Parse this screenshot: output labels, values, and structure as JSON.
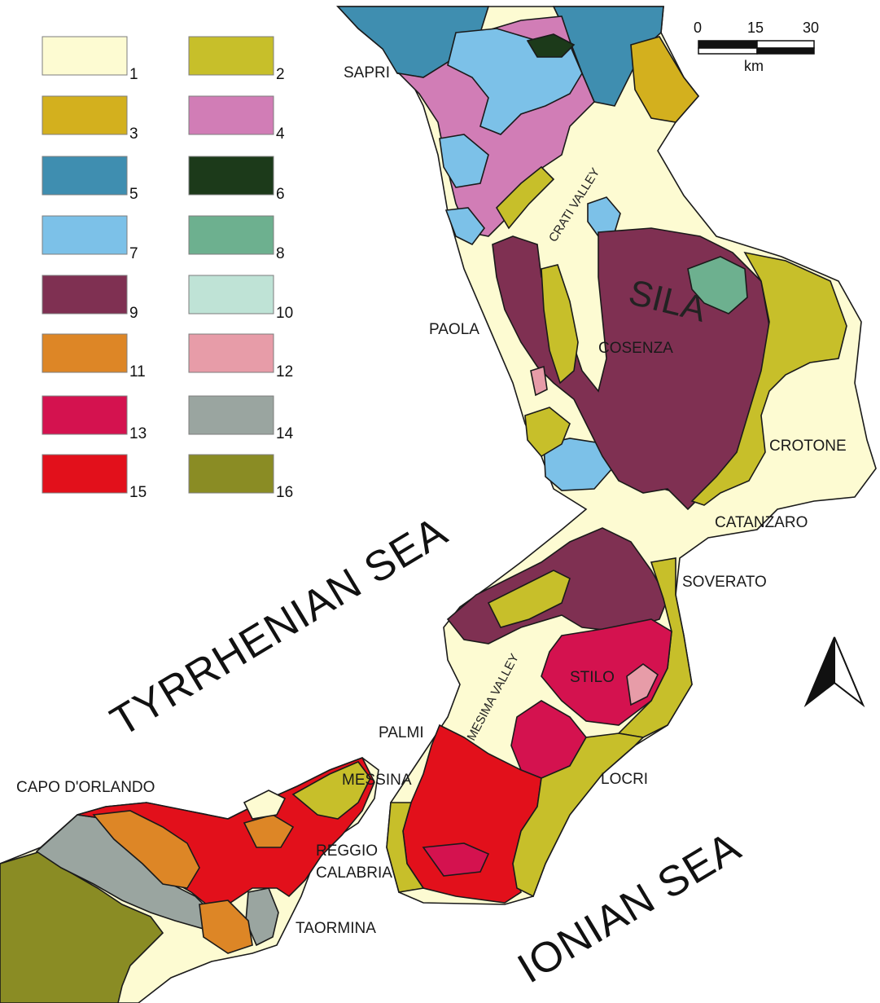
{
  "colors": {
    "u1": "#fdfbd2",
    "u2": "#c7bf2a",
    "u3": "#d3b01e",
    "u4": "#d17db6",
    "u5": "#3f8eb0",
    "u6": "#1c3a1a",
    "u7": "#7cc1e8",
    "u8": "#6db08f",
    "u9": "#7f3052",
    "u10": "#bfe3d6",
    "u11": "#dd8626",
    "u12": "#e79ca8",
    "u13": "#d4124f",
    "u14": "#9aa5a0",
    "u15": "#e2101b",
    "u16": "#8a8c24"
  },
  "legend": {
    "items": [
      {
        "label": "1",
        "color": "#fdfbd2"
      },
      {
        "label": "2",
        "color": "#c7bf2a"
      },
      {
        "label": "3",
        "color": "#d3b01e"
      },
      {
        "label": "4",
        "color": "#d17db6"
      },
      {
        "label": "5",
        "color": "#3f8eb0"
      },
      {
        "label": "6",
        "color": "#1c3a1a"
      },
      {
        "label": "7",
        "color": "#7cc1e8"
      },
      {
        "label": "8",
        "color": "#6db08f"
      },
      {
        "label": "9",
        "color": "#7f3052"
      },
      {
        "label": "10",
        "color": "#bfe3d6"
      },
      {
        "label": "11",
        "color": "#dd8626"
      },
      {
        "label": "12",
        "color": "#e79ca8"
      },
      {
        "label": "13",
        "color": "#d4124f"
      },
      {
        "label": "14",
        "color": "#9aa5a0"
      },
      {
        "label": "15",
        "color": "#e2101b"
      },
      {
        "label": "16",
        "color": "#8a8c24"
      }
    ]
  },
  "scale_bar": {
    "ticks": [
      "0",
      "15",
      "30"
    ],
    "unit": "km"
  },
  "north_arrow": {
    "icon": "north-arrow-icon"
  },
  "labels": {
    "sapri": "SAPRI",
    "paola": "PAOLA",
    "cosenza": "COSENZA",
    "sila": "SILA",
    "crati_valley": "CRATI VALLEY",
    "crotone": "CROTONE",
    "catanzaro": "CATANZARO",
    "soverato": "SOVERATO",
    "stilo": "STILO",
    "mesima_valley": "MESIMA VALLEY",
    "palmi": "PALMI",
    "locri": "LOCRI",
    "messina": "MESSINA",
    "reggio_1": "REGGIO",
    "reggio_2": "CALABRIA",
    "capo_dorlando": "CAPO D'ORLANDO",
    "taormina": "TAORMINA",
    "tyrrhenian_sea": "TYRRHENIAN SEA",
    "ionian_sea": "IONIAN SEA"
  }
}
